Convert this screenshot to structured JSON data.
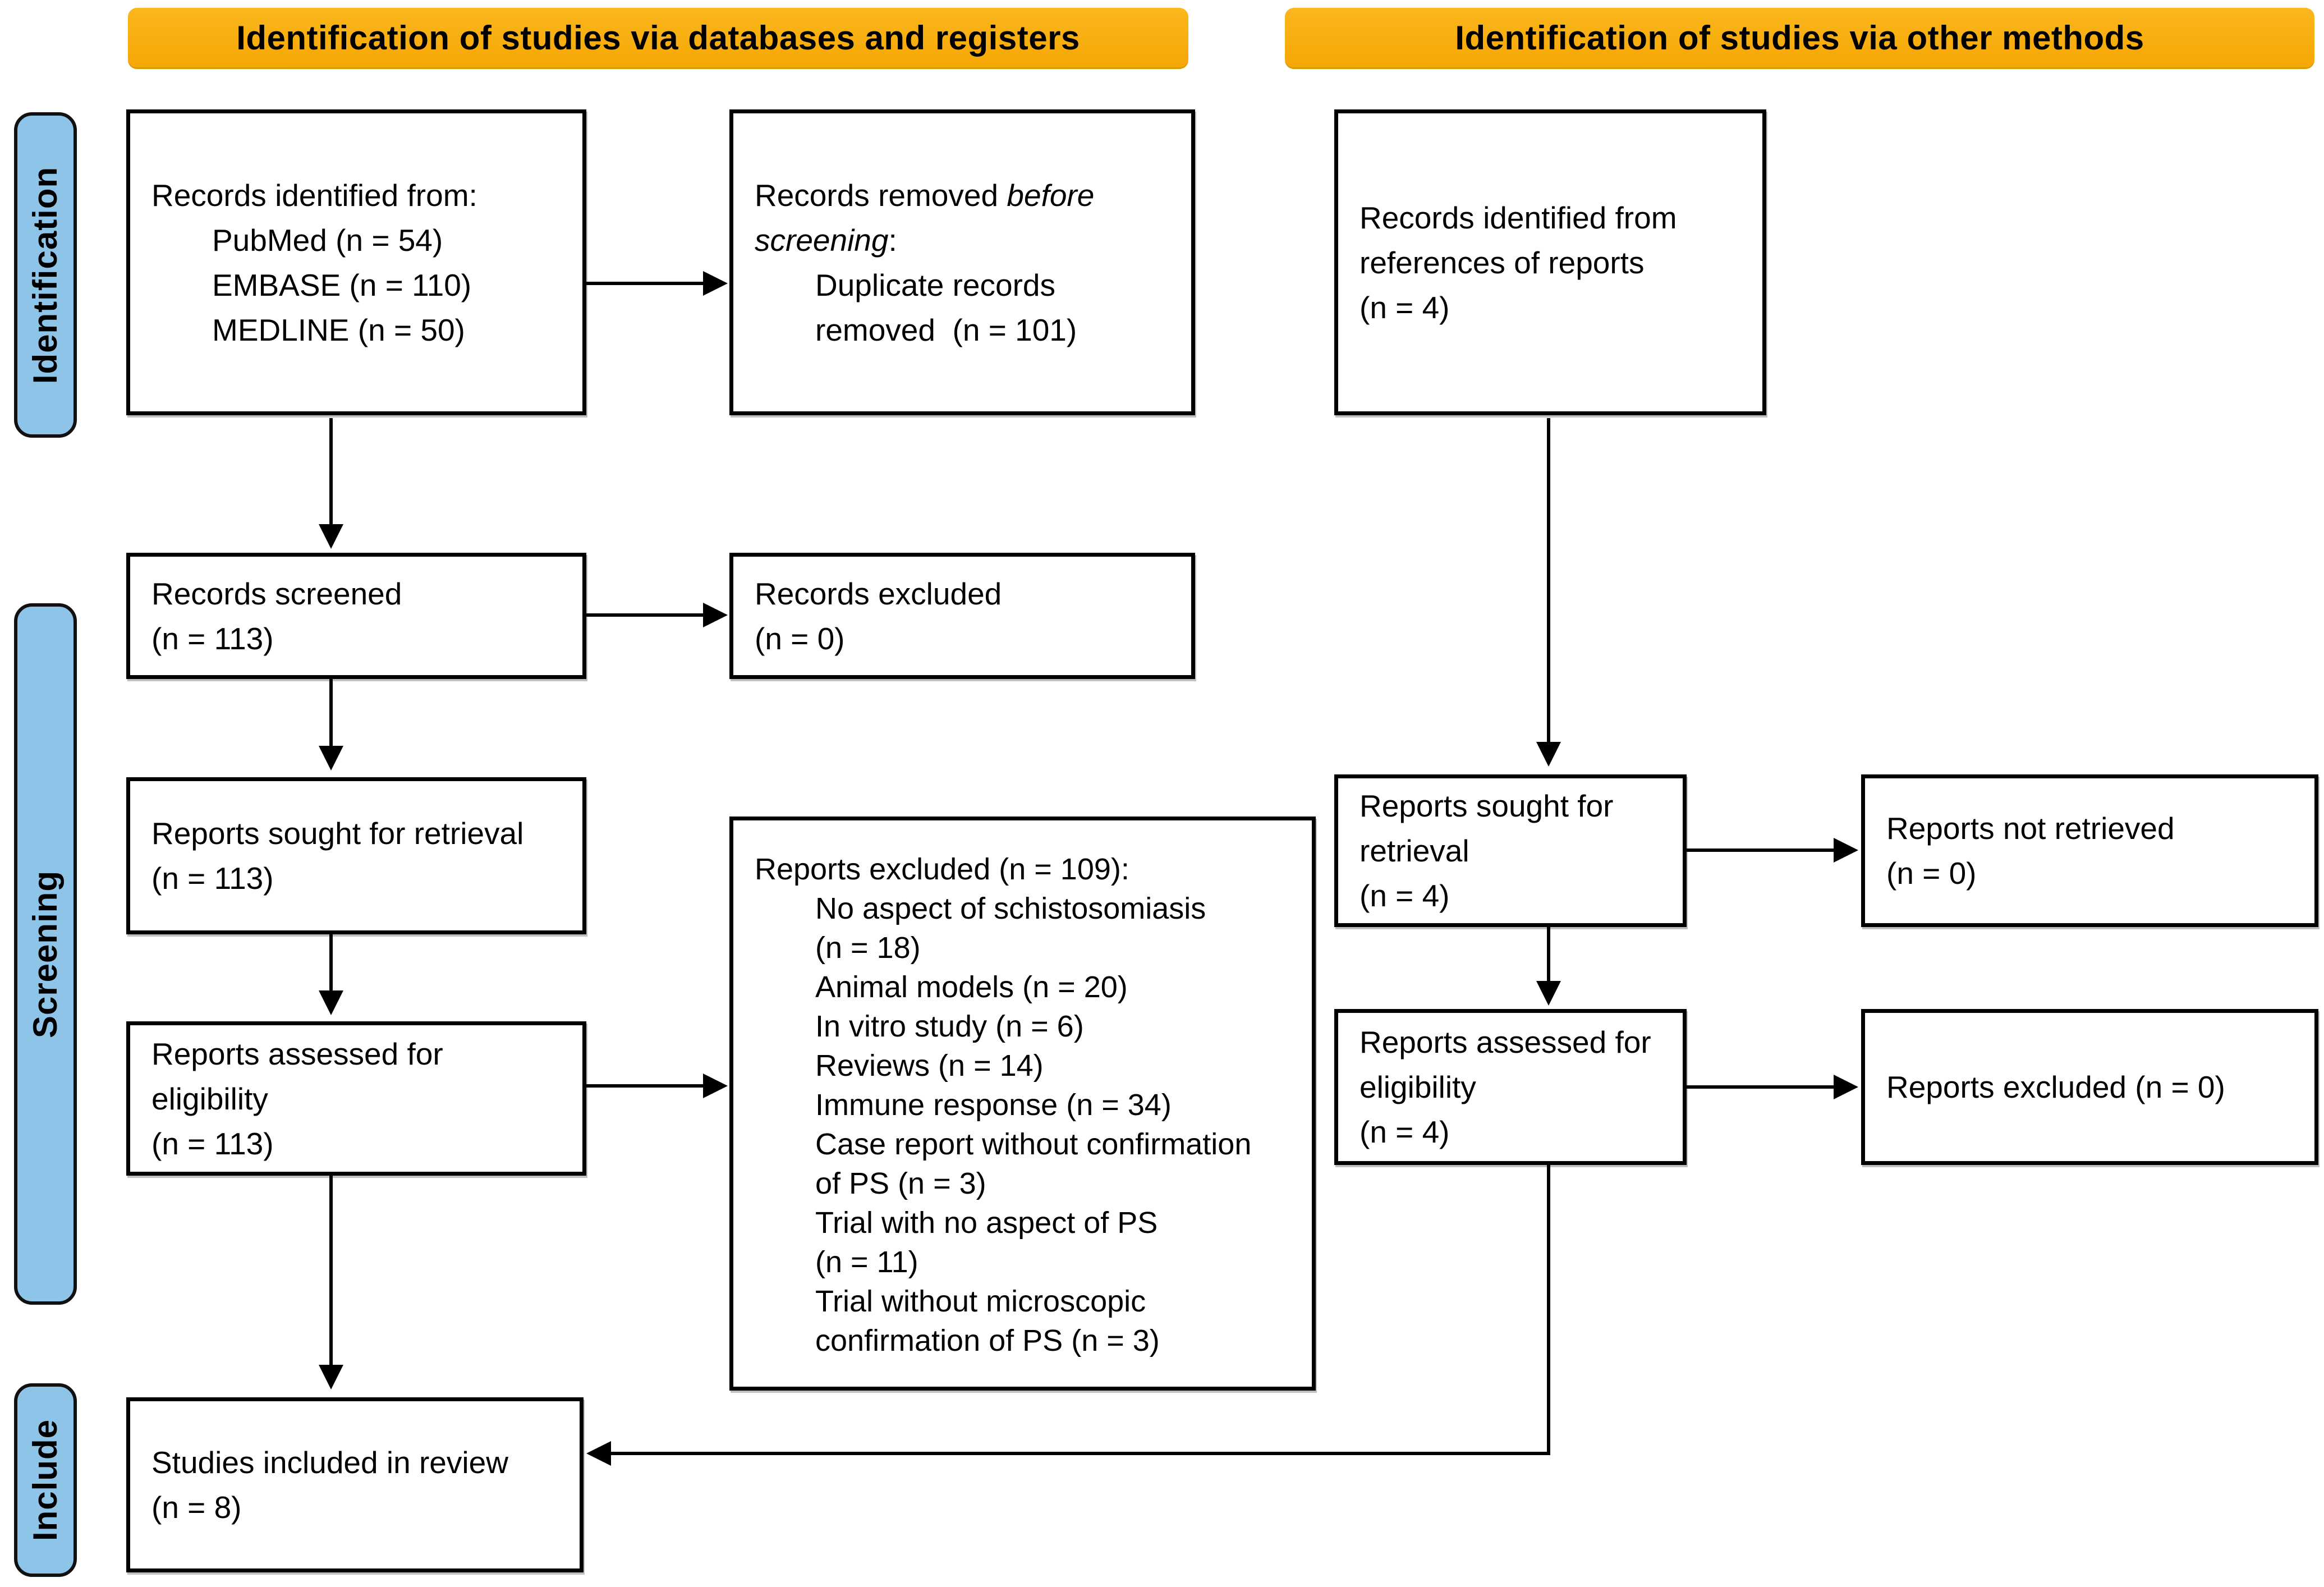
{
  "headers": {
    "databases": "Identification of studies via databases and registers",
    "other_methods": "Identification of studies via other methods"
  },
  "sidebar": {
    "identification": "Identification",
    "screening": "Screening",
    "include": "Include"
  },
  "colors": {
    "header_bg": "#f9af0e",
    "sidebar_bg": "#8fc4e9",
    "box_border": "#000000",
    "background": "#ffffff"
  },
  "boxes": {
    "records_identified": {
      "lines": [
        "Records identified from:",
        "PubMed (n = 54)",
        "EMBASE (n = 110)",
        "MEDLINE (n = 50)"
      ]
    },
    "records_removed": {
      "l1_normal": "Records removed ",
      "l1_italic": "before",
      "l2_italic": "screening",
      "l2_normal": ":",
      "lines": [
        "Duplicate records",
        "removed  (n = 101)"
      ]
    },
    "records_identified_other": {
      "lines": [
        "Records identified from",
        "references of reports",
        "(n = 4)"
      ]
    },
    "records_screened": {
      "lines": [
        "Records screened",
        "(n = 113)"
      ]
    },
    "records_excluded": {
      "lines": [
        "Records excluded",
        "(n = 0)"
      ]
    },
    "reports_sought": {
      "lines": [
        "Reports sought for retrieval",
        "(n = 113)"
      ]
    },
    "reports_excluded_big": {
      "lines": [
        "Reports excluded (n = 109):",
        "No aspect of schistosomiasis",
        "(n = 18)",
        "Animal models (n = 20)",
        "In vitro study (n = 6)",
        "Reviews (n = 14)",
        "Immune response (n = 34)",
        "Case report without confirmation",
        "of PS (n = 3)",
        "Trial with no aspect of PS",
        "(n = 11)",
        "Trial without microscopic",
        "confirmation of PS (n = 3)"
      ]
    },
    "reports_assessed": {
      "lines": [
        "Reports assessed for",
        "eligibility",
        "(n = 113)"
      ]
    },
    "reports_sought_other": {
      "lines": [
        "Reports sought for",
        "retrieval",
        "(n = 4)"
      ]
    },
    "reports_not_retrieved": {
      "lines": [
        "Reports not retrieved",
        "(n = 0)"
      ]
    },
    "reports_assessed_other": {
      "lines": [
        "Reports assessed for",
        "eligibility",
        "(n = 4)"
      ]
    },
    "reports_excluded_other": {
      "lines": [
        "Reports excluded (n = 0)"
      ]
    },
    "studies_included": {
      "lines": [
        "Studies included in review",
        "(n = 8)"
      ]
    }
  }
}
